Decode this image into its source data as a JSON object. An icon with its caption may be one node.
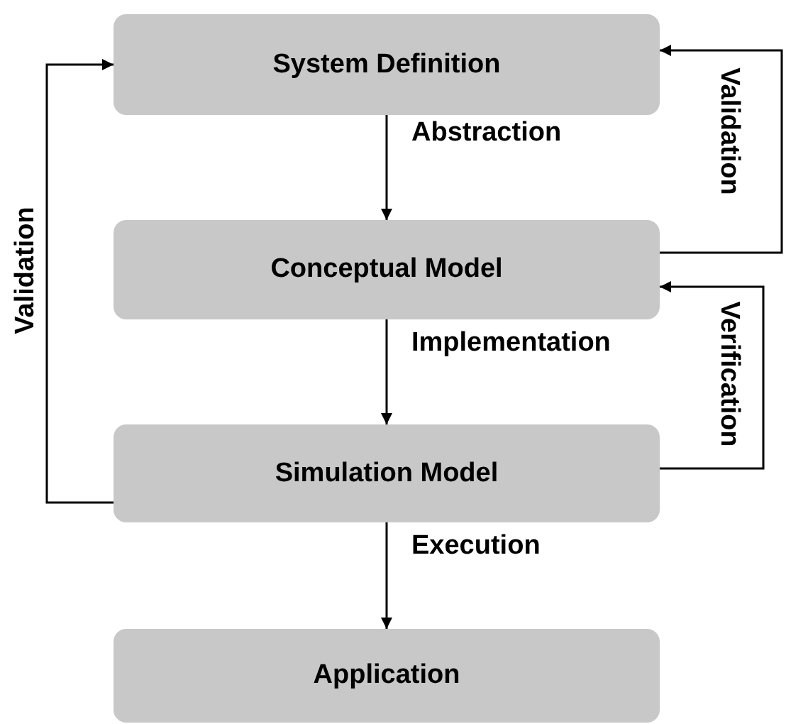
{
  "diagram": {
    "nodes": [
      {
        "text": [
          "System Definition"
        ]
      },
      {
        "text": [
          "Conceptual Model"
        ]
      },
      {
        "text": [
          "Simulation Model"
        ]
      },
      {
        "text": [
          "Application"
        ]
      }
    ],
    "edges": [
      {
        "from": 0,
        "to": 1,
        "arrow": "to",
        "label": "Abstraction"
      },
      {
        "from": 1,
        "to": 2,
        "arrow": "to",
        "label": "Implementation"
      },
      {
        "from": 2,
        "to": 3,
        "arrow": "to",
        "label": "Execution"
      },
      {
        "from": 2,
        "to": 0,
        "arrow": "to",
        "label": "Validation"
      },
      {
        "from": 1,
        "to": 0,
        "arrow": "to",
        "label": "Validation"
      },
      {
        "from": 2,
        "to": 1,
        "arrow": "to",
        "label": "Verification"
      }
    ]
  }
}
